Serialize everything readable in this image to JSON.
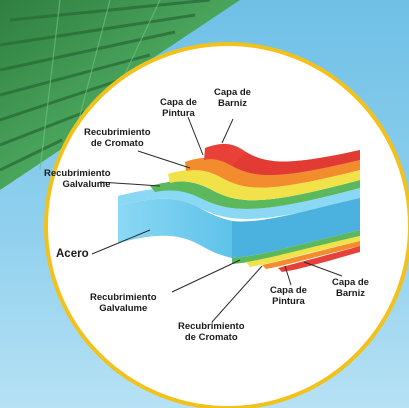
{
  "labels": {
    "capa_barniz_top": [
      "Capa de",
      "Barniz"
    ],
    "capa_pintura_top": [
      "Capa de",
      "Pintura"
    ],
    "recubrimiento_cromato_top": [
      "Recubrimiento",
      "de Cromato"
    ],
    "recubrimiento_galvalume_top": [
      "Recubrimiento",
      "Galvalume"
    ],
    "acero": "Acero",
    "recubrimiento_galvalume_bottom": [
      "Recubrimiento",
      "Galvalume"
    ],
    "capa_pintura_bottom": [
      "Capa de",
      "Pintura"
    ],
    "capa_barniz_bottom": [
      "Capa de",
      "Barniz"
    ],
    "recubrimiento_cromato_bottom": [
      "Recubrimiento",
      "de Cromato"
    ]
  },
  "colors": {
    "background": "#8fd0ee",
    "circle": "#ffffff",
    "circle_border": "#f2c21b",
    "roof_green": "#3f9b52",
    "acero": "#7fd3f2",
    "galvalume": "#5cb85c",
    "cromato": "#f2e24a",
    "pintura": "#f28c2c",
    "barniz": "#e8413a"
  }
}
